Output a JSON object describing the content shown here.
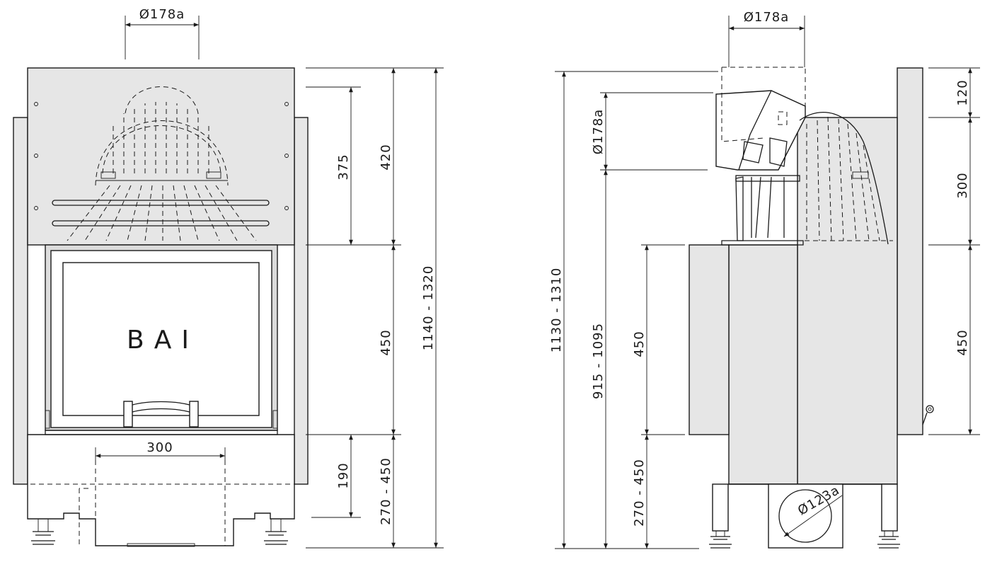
{
  "front_view": {
    "flue_diameter": "Ø178a",
    "label": "BAI",
    "dims": {
      "d375": "375",
      "d420": "420",
      "d450": "450",
      "d190": "190",
      "d270_450": "270 - 450",
      "d1140_1320": "1140 - 1320",
      "d300": "300"
    }
  },
  "side_view": {
    "flue_diameter_top": "Ø178a",
    "flue_diameter_vertical": "Ø178a",
    "air_inlet_diameter": "Ø123a",
    "dims": {
      "d1130_1310": "1130 - 1310",
      "d915_1095": "915 - 1095",
      "d450": "450",
      "d270_450": "270 - 450",
      "d120": "120",
      "d300": "300",
      "d450_right": "450"
    }
  },
  "colors": {
    "line": "#1a1a1a",
    "panel": "#e6e6e6",
    "background": "#ffffff"
  }
}
